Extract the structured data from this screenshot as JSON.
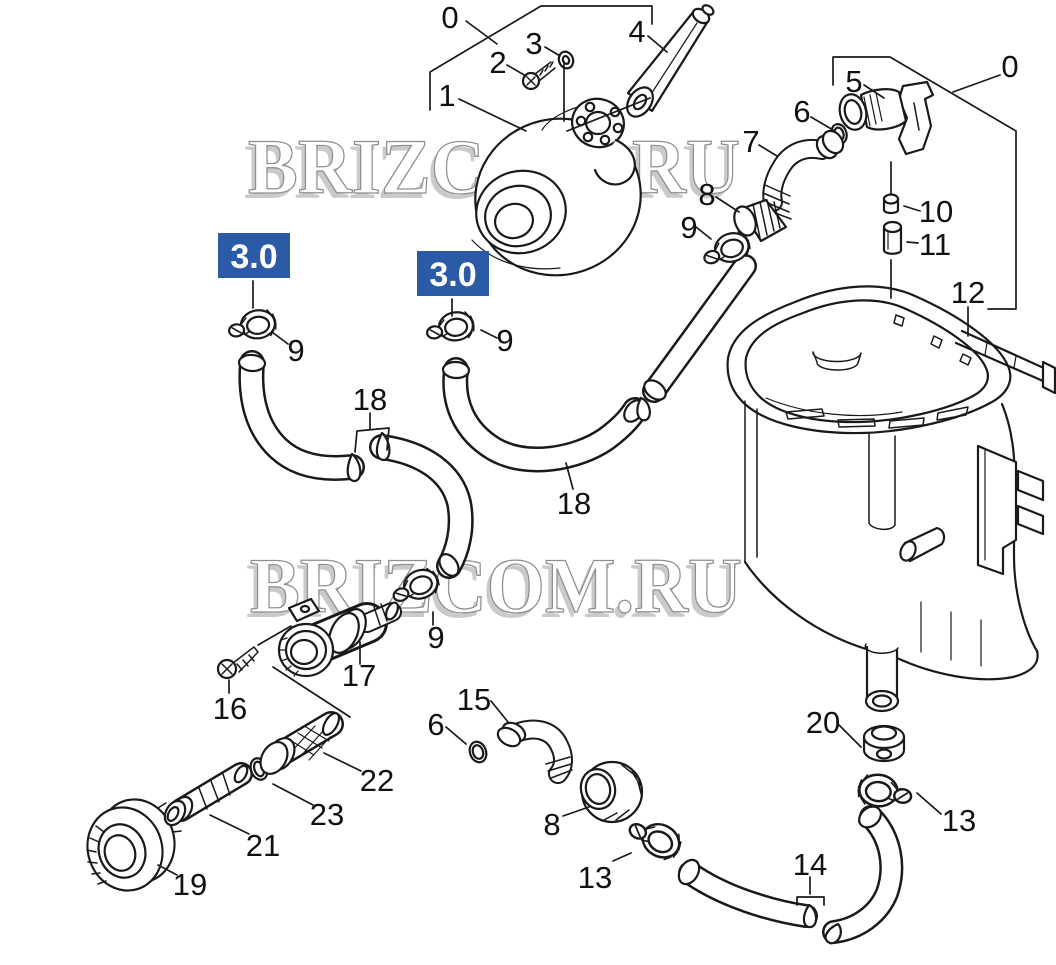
{
  "page": {
    "background": "#ffffff"
  },
  "watermark": {
    "text": "BRIZCOM.RU",
    "fill": "#ffffff",
    "outline": "#8f8f8f",
    "shadow": "#a8a8a8"
  },
  "badge_style": {
    "background": "#2b5aa6",
    "color": "#ffffff"
  },
  "badges": [
    {
      "text": "3.0"
    },
    {
      "text": "3.0"
    }
  ],
  "callouts": [
    {
      "id": "group-top",
      "text": "0"
    },
    {
      "id": "part-2",
      "text": "2"
    },
    {
      "id": "part-3",
      "text": "3"
    },
    {
      "id": "part-4",
      "text": "4"
    },
    {
      "id": "part-1",
      "text": "1"
    },
    {
      "id": "part-5",
      "text": "5"
    },
    {
      "id": "part-6-top",
      "text": "6"
    },
    {
      "id": "part-7",
      "text": "7"
    },
    {
      "id": "part-8-top",
      "text": "8"
    },
    {
      "id": "part-9-top-right",
      "text": "9"
    },
    {
      "id": "part-10",
      "text": "10"
    },
    {
      "id": "part-11",
      "text": "11"
    },
    {
      "id": "group-right",
      "text": "0"
    },
    {
      "id": "part-12",
      "text": "12"
    },
    {
      "id": "part-9-clamp-left",
      "text": "9"
    },
    {
      "id": "part-9-clamp-mid",
      "text": "9"
    },
    {
      "id": "part-18-left",
      "text": "18"
    },
    {
      "id": "part-18-right",
      "text": "18"
    },
    {
      "id": "part-9-lower",
      "text": "9"
    },
    {
      "id": "part-17",
      "text": "17"
    },
    {
      "id": "part-16",
      "text": "16"
    },
    {
      "id": "part-15",
      "text": "15"
    },
    {
      "id": "part-6-bottom",
      "text": "6"
    },
    {
      "id": "part-22",
      "text": "22"
    },
    {
      "id": "part-23",
      "text": "23"
    },
    {
      "id": "part-21",
      "text": "21"
    },
    {
      "id": "part-19",
      "text": "19"
    },
    {
      "id": "part-8-bottom",
      "text": "8"
    },
    {
      "id": "part-13-mid",
      "text": "13"
    },
    {
      "id": "part-20",
      "text": "20"
    },
    {
      "id": "part-13-right",
      "text": "13"
    },
    {
      "id": "part-14",
      "text": "14"
    }
  ]
}
